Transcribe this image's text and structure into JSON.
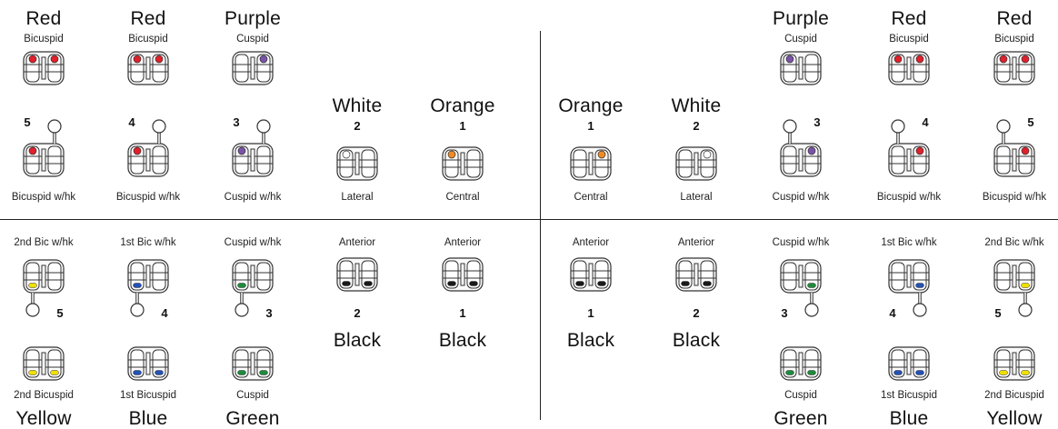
{
  "colors": {
    "red": "#e0202a",
    "purple": "#7a52a8",
    "orange": "#f08a24",
    "white": "#ffffff",
    "yellow": "#f0e000",
    "blue": "#2452b4",
    "green": "#1f8a3c",
    "black": "#1a1a1a"
  },
  "upper": {
    "left": [
      {
        "top_color": "Red",
        "top_type": "Bicuspid",
        "number": "5",
        "bottom_type": "Bicuspid w/hk",
        "dot": "red",
        "hook": true
      },
      {
        "top_color": "Red",
        "top_type": "Bicuspid",
        "number": "4",
        "bottom_type": "Bicuspid w/hk",
        "dot": "red",
        "hook": true
      },
      {
        "top_color": "Purple",
        "top_type": "Cuspid",
        "number": "3",
        "bottom_type": "Cuspid w/hk",
        "dot": "purple",
        "hook": true
      },
      {
        "color": "White",
        "number": "2",
        "bottom_type": "Lateral",
        "dot": "white"
      },
      {
        "color": "Orange",
        "number": "1",
        "bottom_type": "Central",
        "dot": "orange"
      }
    ],
    "right": [
      {
        "color": "Orange",
        "number": "1",
        "bottom_type": "Central",
        "dot": "orange"
      },
      {
        "color": "White",
        "number": "2",
        "bottom_type": "Lateral",
        "dot": "white"
      },
      {
        "top_color": "Purple",
        "top_type": "Cuspid",
        "number": "3",
        "bottom_type": "Cuspid w/hk",
        "dot": "purple",
        "hook": true
      },
      {
        "top_color": "Red",
        "top_type": "Bicuspid",
        "number": "4",
        "bottom_type": "Bicuspid w/hk",
        "dot": "red",
        "hook": true
      },
      {
        "top_color": "Red",
        "top_type": "Bicuspid",
        "number": "5",
        "bottom_type": "Bicuspid w/hk",
        "dot": "red",
        "hook": true
      }
    ]
  },
  "lower": {
    "left": [
      {
        "top_type": "2nd Bic w/hk",
        "number": "5",
        "bottom_type": "2nd Bicuspid",
        "color": "Yellow",
        "dot": "yellow",
        "hook": true
      },
      {
        "top_type": "1st Bic w/hk",
        "number": "4",
        "bottom_type": "1st Bicuspid",
        "color": "Blue",
        "dot": "blue",
        "hook": true
      },
      {
        "top_type": "Cuspid w/hk",
        "number": "3",
        "bottom_type": "Cuspid",
        "color": "Green",
        "dot": "green",
        "hook": true
      },
      {
        "top_type": "Anterior",
        "number": "2",
        "color": "Black",
        "dot": "black"
      },
      {
        "top_type": "Anterior",
        "number": "1",
        "color": "Black",
        "dot": "black"
      }
    ],
    "right": [
      {
        "top_type": "Anterior",
        "number": "1",
        "color": "Black",
        "dot": "black"
      },
      {
        "top_type": "Anterior",
        "number": "2",
        "color": "Black",
        "dot": "black"
      },
      {
        "top_type": "Cuspid w/hk",
        "number": "3",
        "bottom_type": "Cuspid",
        "color": "Green",
        "dot": "green",
        "hook": true
      },
      {
        "top_type": "1st Bic w/hk",
        "number": "4",
        "bottom_type": "1st Bicuspid",
        "color": "Blue",
        "dot": "blue",
        "hook": true
      },
      {
        "top_type": "2nd Bic w/hk",
        "number": "5",
        "bottom_type": "2nd Bicuspid",
        "color": "Yellow",
        "dot": "yellow",
        "hook": true
      }
    ]
  }
}
